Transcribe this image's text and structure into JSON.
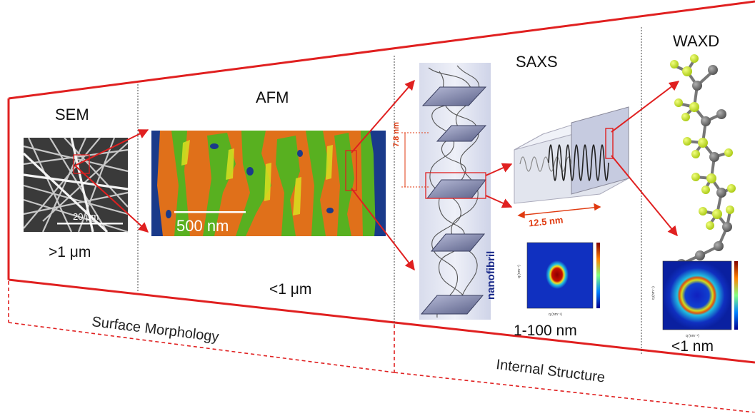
{
  "sections": {
    "sem": {
      "title": "SEM",
      "scale": ">1 μm",
      "scalebar": "20 μm"
    },
    "afm": {
      "title": "AFM",
      "scale": "<1 μm",
      "scalebar": "500 nm"
    },
    "saxs": {
      "title": "SAXS",
      "scale": "1-100 nm",
      "dim_long_period": "7.8 nm",
      "dim_lamella": "12.5 nm",
      "fibril_label": "nanofibril"
    },
    "waxd": {
      "title": "WAXD",
      "scale": "<1 nm"
    }
  },
  "groups": {
    "surface": "Surface Morphology",
    "internal": "Internal Structure"
  },
  "colors": {
    "frame": "#e02020",
    "afm_orange": "#e0701a",
    "afm_green": "#58b020",
    "afm_blue": "#1a3a8a",
    "lamella": "#7a80a8",
    "atom_green": "#c4e020",
    "atom_gray": "#6a6a6a",
    "dim_label": "#e03a10",
    "fibril_label": "#1a2a8a"
  }
}
